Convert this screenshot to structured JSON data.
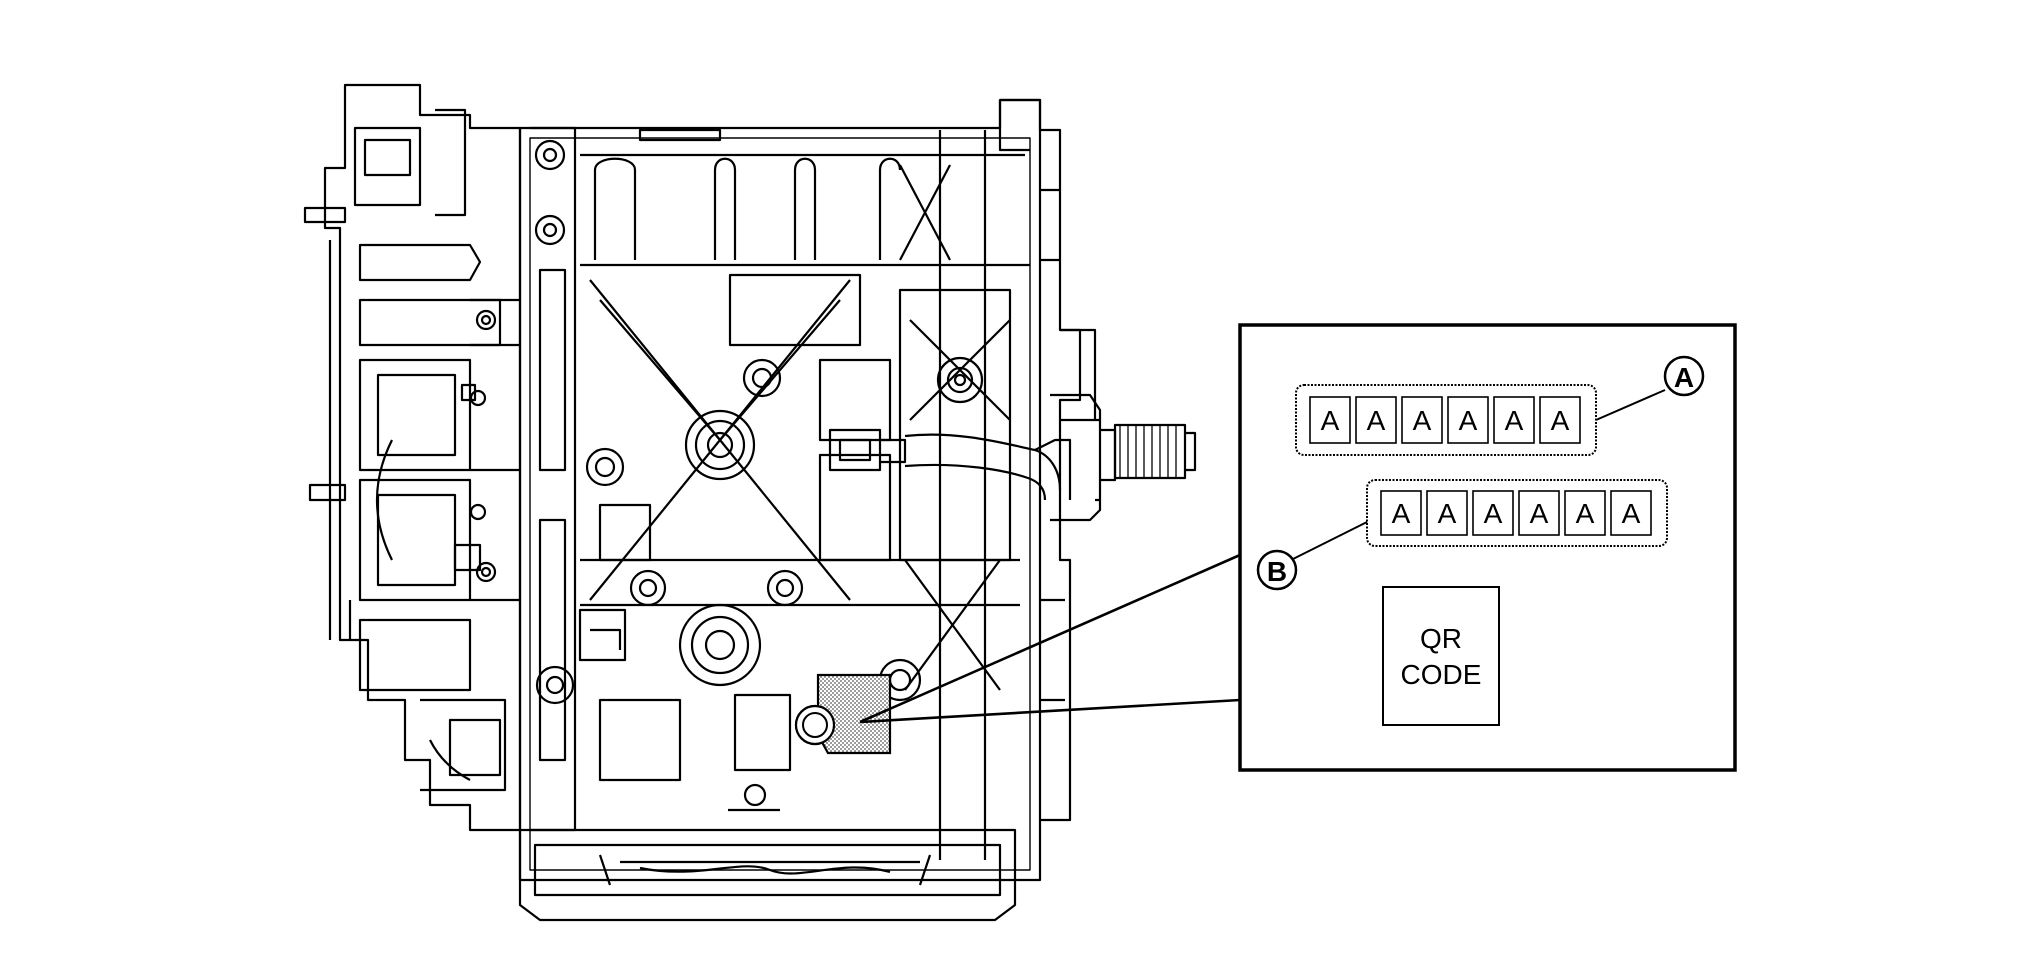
{
  "colors": {
    "line": "#000000",
    "background": "#ffffff",
    "stipple": "#888888"
  },
  "callout": {
    "label_a": "A",
    "label_b": "B",
    "row_a_chars": [
      "A",
      "A",
      "A",
      "A",
      "A",
      "A"
    ],
    "row_b_chars": [
      "A",
      "A",
      "A",
      "A",
      "A",
      "A"
    ],
    "qr_line1": "QR",
    "qr_line2": "CODE"
  }
}
